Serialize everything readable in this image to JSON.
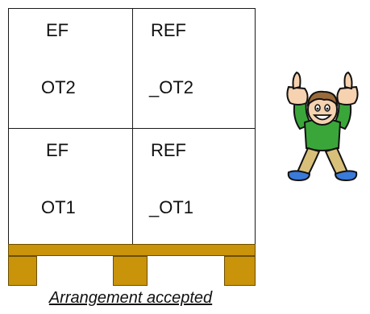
{
  "boxes": [
    {
      "id": "top-left",
      "ref": "EF",
      "lot": "OT2"
    },
    {
      "id": "top-right",
      "ref": "REF",
      "lot": "_OT2"
    },
    {
      "id": "bottom-left",
      "ref": "EF",
      "lot": "OT1"
    },
    {
      "id": "bottom-right",
      "ref": "REF",
      "lot": "_OT1"
    }
  ],
  "caption": "Arrangement accepted",
  "icons": {
    "figure": "thumbs-up-person-icon"
  },
  "colors": {
    "pallet": "#c9930a",
    "shirt": "#3aa63a",
    "pants": "#d9c07a",
    "shoes": "#3a7ad9",
    "hair": "#9a6a3a"
  }
}
